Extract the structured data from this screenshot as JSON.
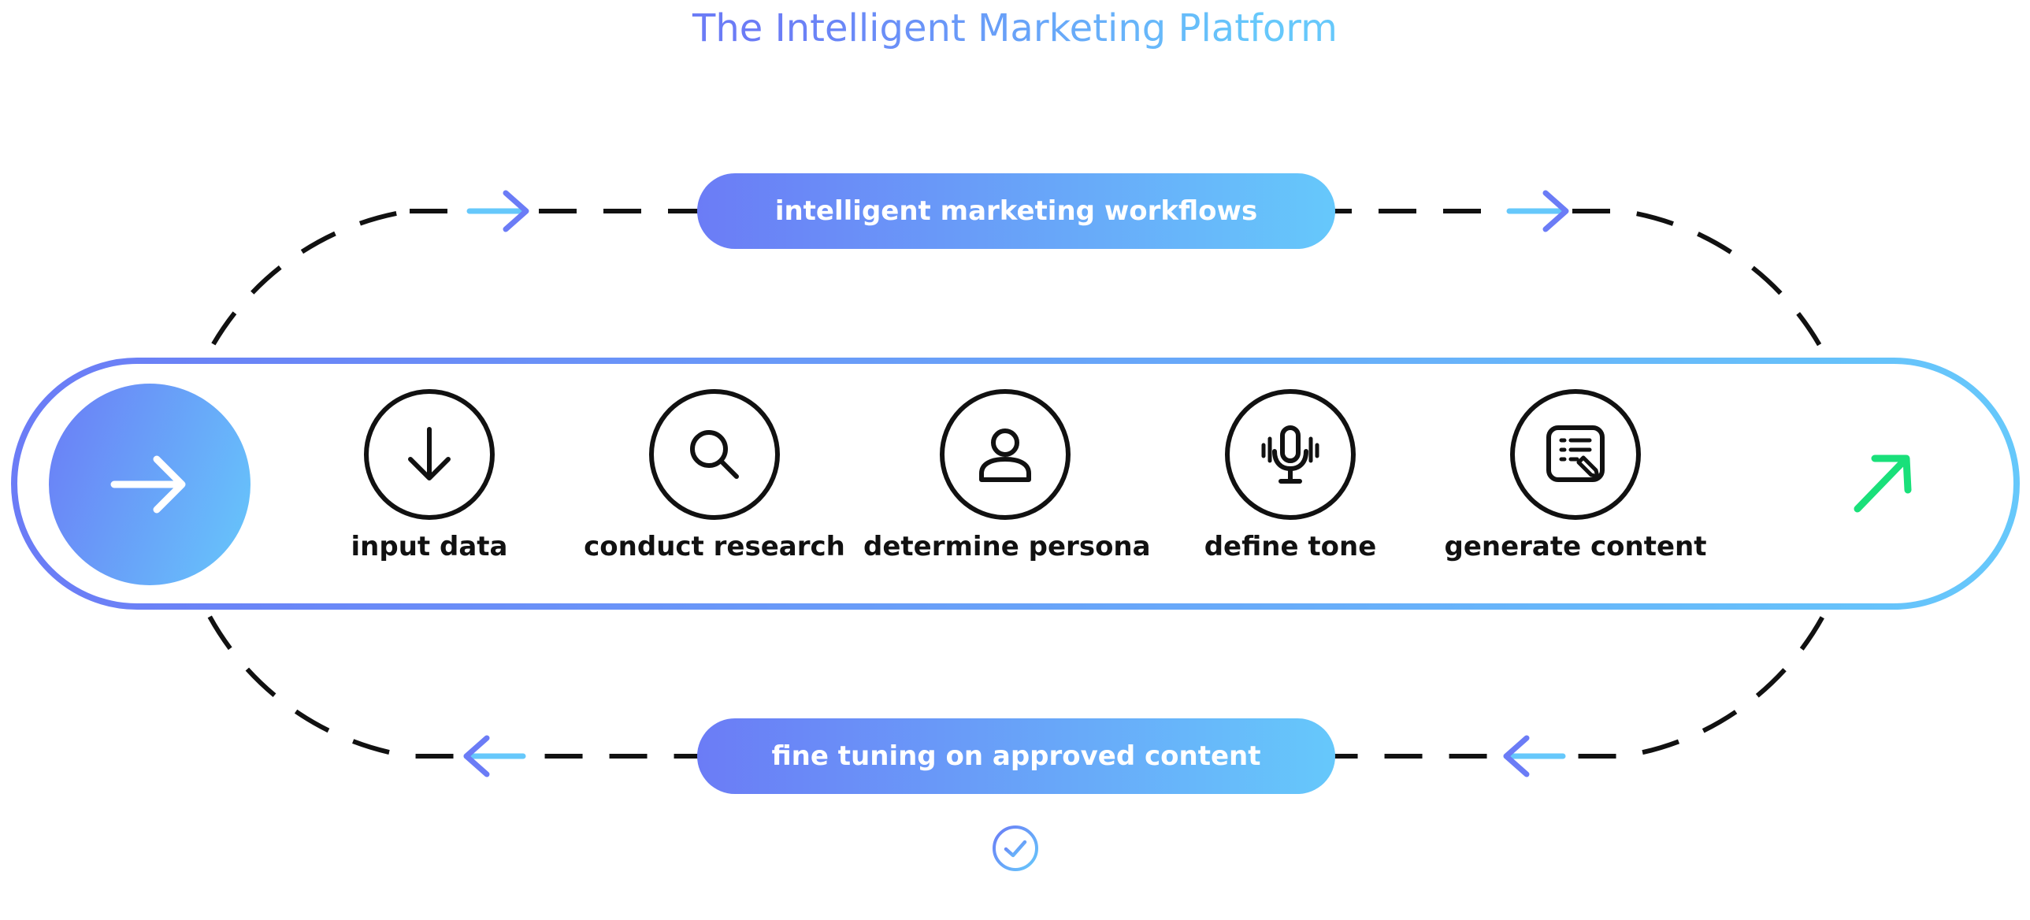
{
  "title": "The Intelligent Marketing Platform",
  "top_label": "intelligent marketing workflows",
  "bottom_label": "fine tuning on approved content",
  "steps": [
    {
      "label": "input data",
      "icon": "download-arrow-icon"
    },
    {
      "label": "conduct research",
      "icon": "search-icon"
    },
    {
      "label": "determine persona",
      "icon": "person-icon"
    },
    {
      "label": "define tone",
      "icon": "microphone-icon"
    },
    {
      "label": "generate content",
      "icon": "document-edit-icon"
    }
  ],
  "start_icon": "arrow-right-icon",
  "end_icon": "arrow-up-right-icon",
  "footer_icon": "check-circle-icon",
  "colors": {
    "gradient_start": "#6b7cf6",
    "gradient_end": "#66c8fb",
    "stroke": "#111111",
    "end_arrow": "#19e07a"
  }
}
